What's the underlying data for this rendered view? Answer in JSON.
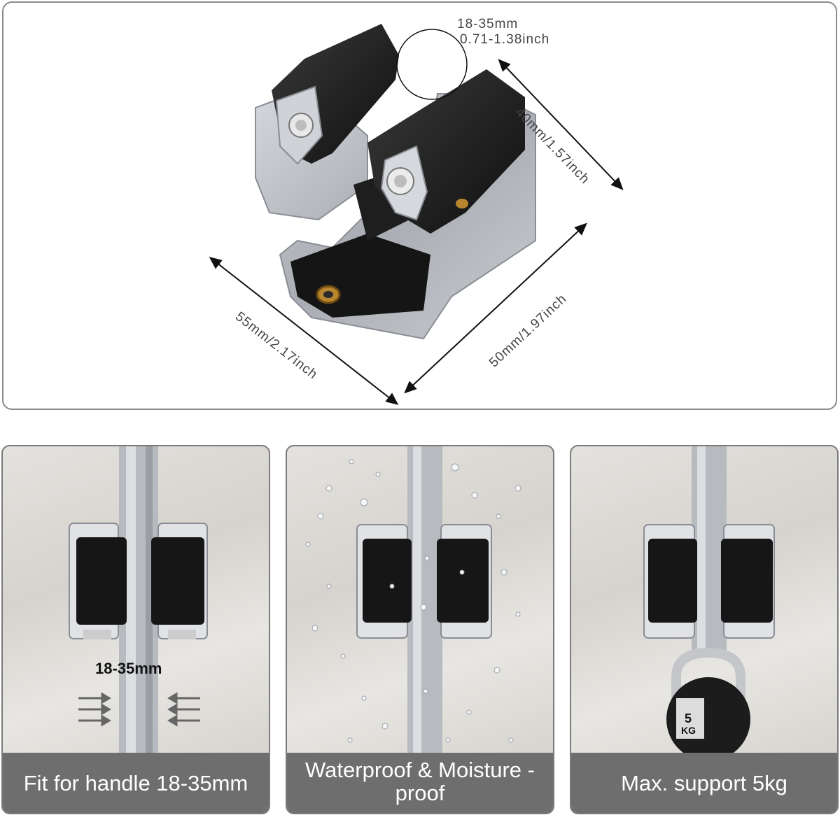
{
  "product_view": {
    "handle_range_mm": "18-35mm",
    "handle_range_inch": "0.71-1.38inch",
    "depth": "40mm/1.57inch",
    "length": "55mm/2.17inch",
    "width": "50mm/1.97inch"
  },
  "features": [
    {
      "caption": "Fit for handle 18-35mm",
      "label": "18-35mm"
    },
    {
      "caption": "Waterproof & Moisture -proof"
    },
    {
      "caption": "Max. support 5kg",
      "weight_label": "5",
      "weight_unit": "KG"
    }
  ],
  "colors": {
    "frame": "#8a8a8a",
    "caption_bg": "#6e6e6e",
    "clip_black": "#1c1c1c",
    "metal": "#b8bcc2"
  }
}
